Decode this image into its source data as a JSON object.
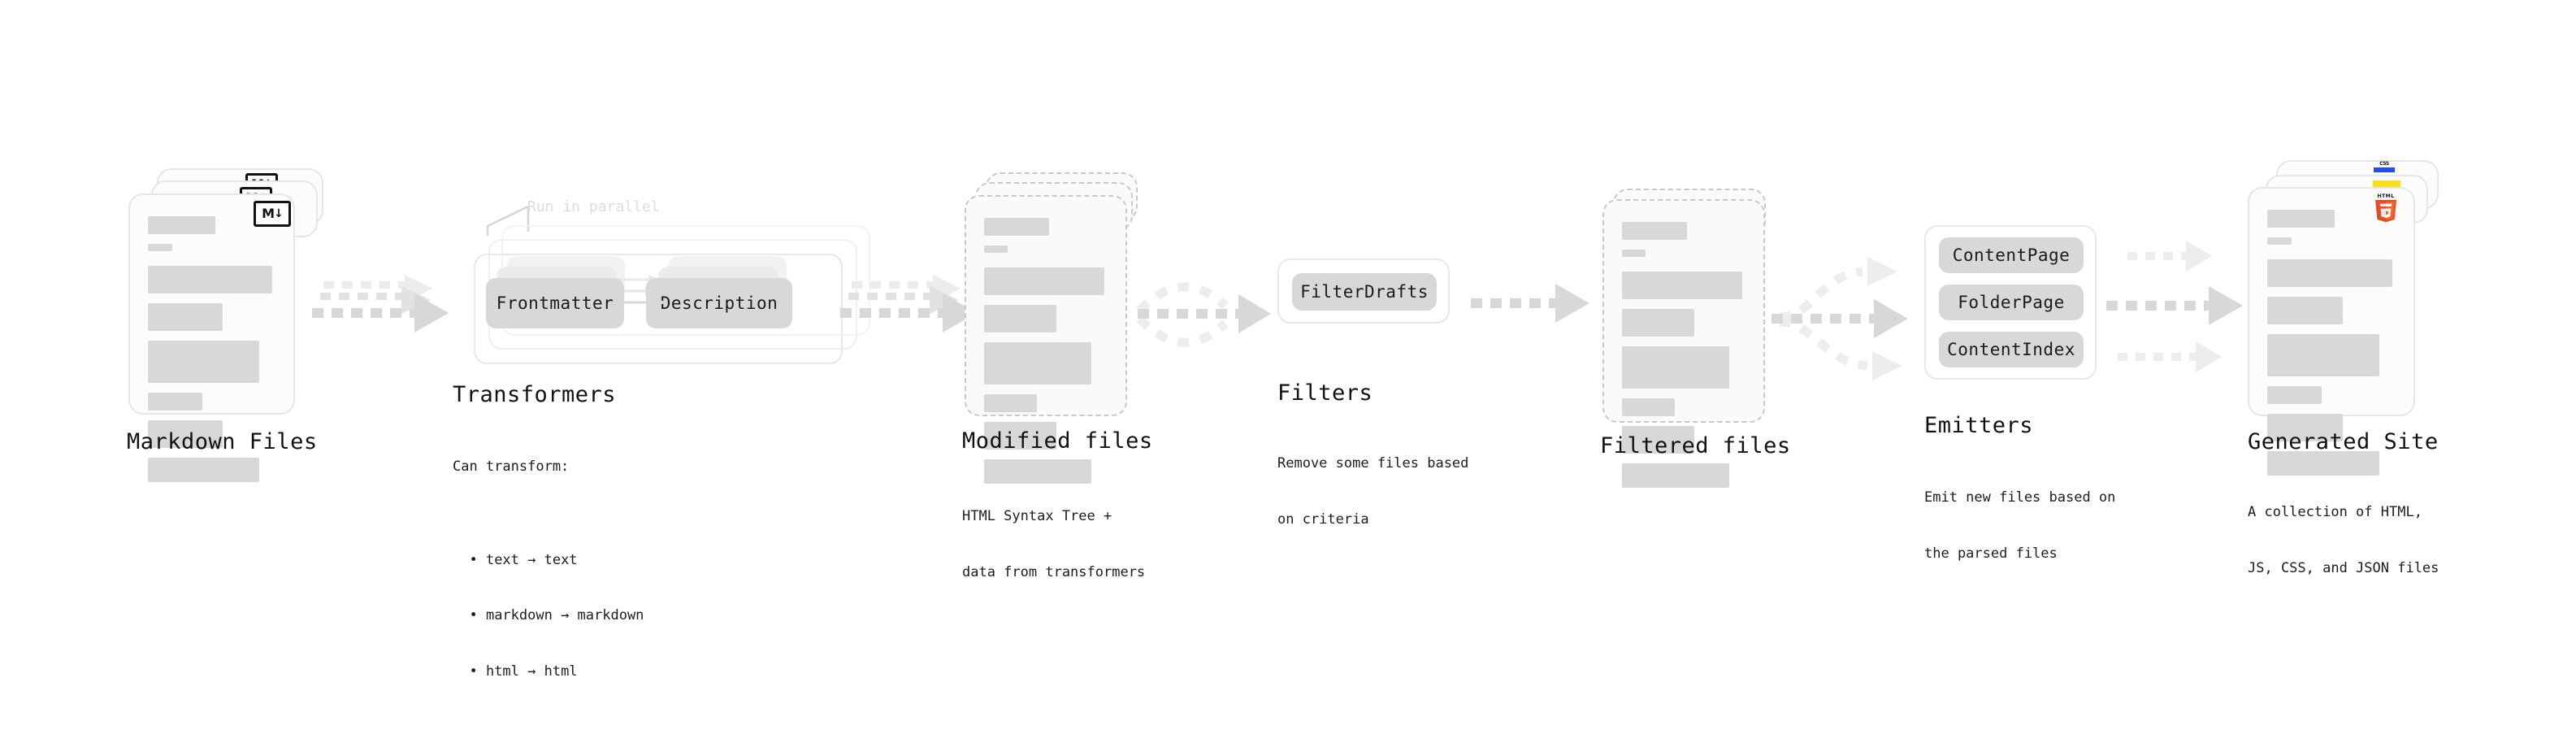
{
  "diagram": {
    "title_sequence": [
      "Markdown Files",
      "Transformers",
      "Modified files",
      "Filters",
      "Filtered files",
      "Emitters",
      "Generated Site"
    ],
    "colors": {
      "card_bg": "#fcfcfc",
      "card_border": "#e6e6e6",
      "dashed_border": "#c9c9c9",
      "skeleton_bar": "#d8d8d8",
      "chip_bg": "#d8d8d8",
      "arrow": "#d8d8d8",
      "text": "#111111",
      "annotation": "#dcdcdc",
      "html5_orange": "#e44d26",
      "html5_orange_light": "#f16529",
      "css3_blue": "#264de4",
      "js_yellow": "#f7df1e"
    }
  },
  "stages": {
    "markdown_files": {
      "heading": "Markdown Files",
      "badge_icon": "markdown-icon",
      "badge_m": "M",
      "badge_arrow": "↓"
    },
    "transformers": {
      "heading": "Transformers",
      "annotation": "Run in parallel",
      "chips": [
        "Frontmatter",
        "Description"
      ],
      "desc_intro": "Can transform:",
      "desc_items": [
        "text → text",
        "markdown → markdown",
        "html → html"
      ]
    },
    "modified_files": {
      "heading": "Modified files",
      "desc_line1": "HTML Syntax Tree +",
      "desc_line2": "data from transformers"
    },
    "filters": {
      "heading": "Filters",
      "chips": [
        "FilterDrafts"
      ],
      "desc_line1": "Remove some files based",
      "desc_line2": "on criteria"
    },
    "filtered_files": {
      "heading": "Filtered files"
    },
    "emitters": {
      "heading": "Emitters",
      "chips": [
        "ContentPage",
        "FolderPage",
        "ContentIndex"
      ],
      "desc_line1": "Emit new files based on",
      "desc_line2": "the parsed files"
    },
    "generated_site": {
      "heading": "Generated Site",
      "desc_line1": "A collection of HTML,",
      "desc_line2": "JS, CSS, and JSON files",
      "badges": [
        "css3-icon",
        "javascript-icon",
        "html5-icon"
      ],
      "css_label": "CSS",
      "html5_label": "HTML",
      "html5_digit": "5"
    }
  }
}
